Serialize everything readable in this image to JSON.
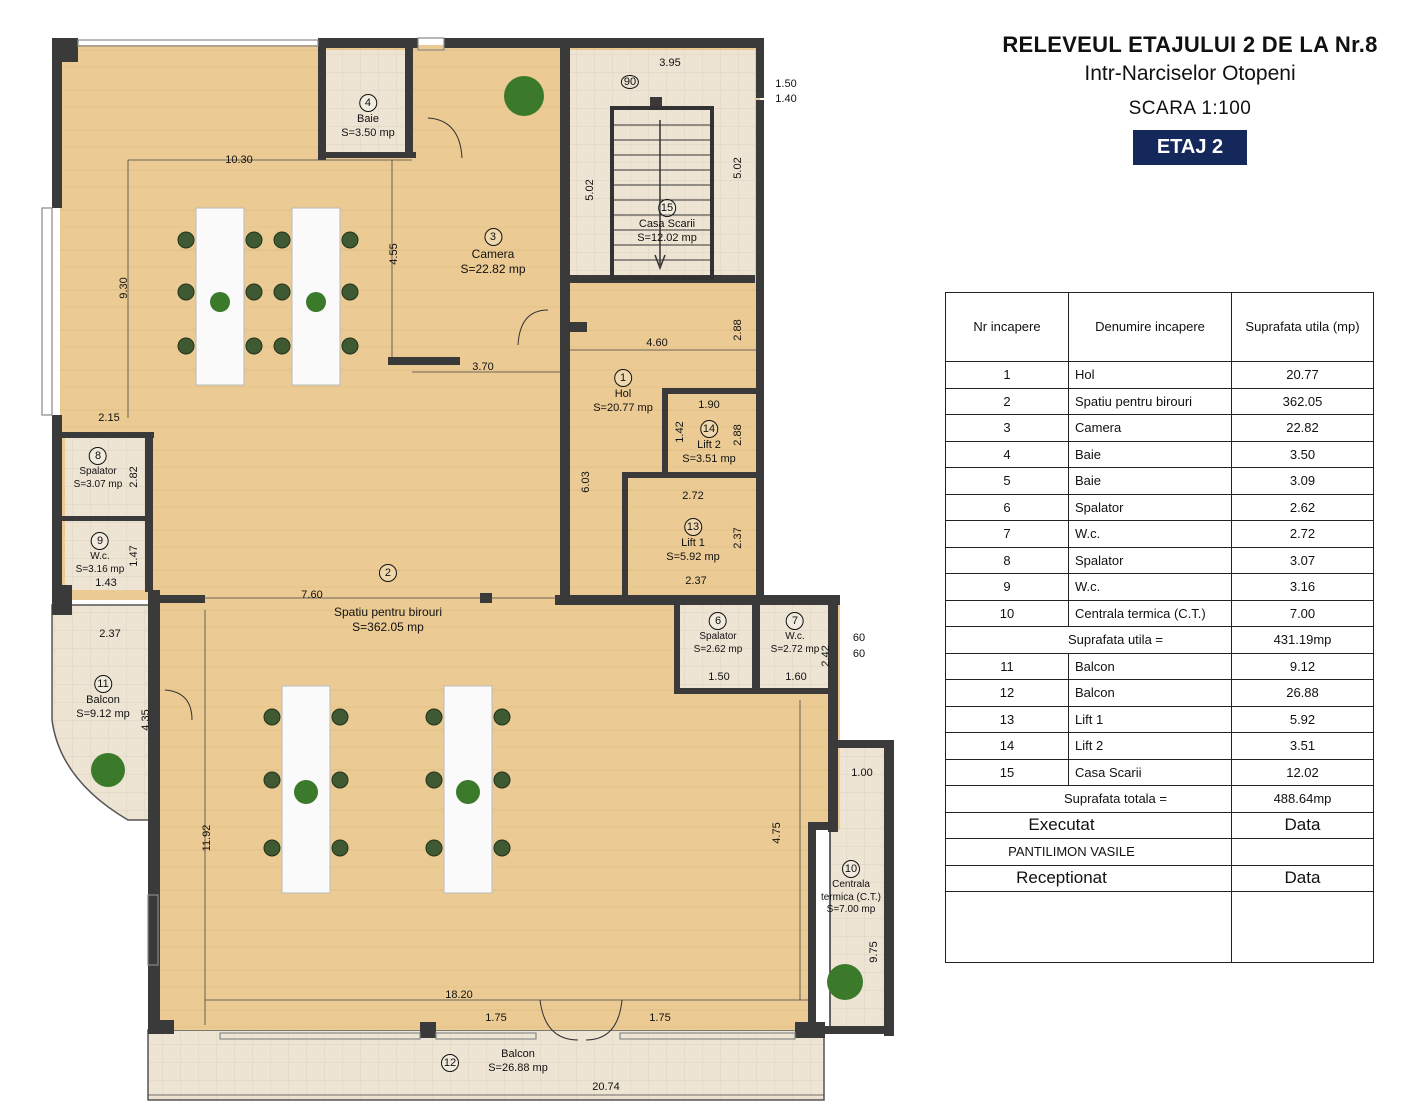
{
  "header": {
    "title": "RELEVEUL ETAJULUI 2 DE LA Nr.8",
    "address": "Intr-Narciselor Otopeni",
    "scale": "SCARA  1:100",
    "floor_badge": "ETAJ 2"
  },
  "table": {
    "headers": [
      "Nr incapere",
      "Denumire incapere",
      "Suprafata utila (mp)"
    ],
    "rows_a": [
      {
        "nr": "1",
        "name": "Hol",
        "area": "20.77"
      },
      {
        "nr": "2",
        "name": "Spatiu pentru birouri",
        "area": "362.05"
      },
      {
        "nr": "3",
        "name": "Camera",
        "area": "22.82"
      },
      {
        "nr": "4",
        "name": "Baie",
        "area": "3.50"
      },
      {
        "nr": "5",
        "name": "Baie",
        "area": "3.09"
      },
      {
        "nr": "6",
        "name": "Spalator",
        "area": "2.62"
      },
      {
        "nr": "7",
        "name": "W.c.",
        "area": "2.72"
      },
      {
        "nr": "8",
        "name": "Spalator",
        "area": "3.07"
      },
      {
        "nr": "9",
        "name": "W.c.",
        "area": "3.16"
      },
      {
        "nr": "10",
        "name": "Centrala termica (C.T.)",
        "area": "7.00"
      }
    ],
    "useful_label": "Suprafata utila =",
    "useful_value": "431.19mp",
    "rows_b": [
      {
        "nr": "11",
        "name": "Balcon",
        "area": "9.12"
      },
      {
        "nr": "12",
        "name": "Balcon",
        "area": "26.88"
      },
      {
        "nr": "13",
        "name": "Lift 1",
        "area": "5.92"
      },
      {
        "nr": "14",
        "name": "Lift 2",
        "area": "3.51"
      },
      {
        "nr": "15",
        "name": "Casa Scarii",
        "area": "12.02"
      }
    ],
    "total_label": "Suprafata totala =",
    "total_value": "488.64mp",
    "executed_label": "Executat",
    "date_label": "Data",
    "executor": "PANTILIMON  VASILE",
    "received_label": "Receptionat",
    "date_label_2": "Data"
  },
  "rooms": [
    {
      "nr": "1",
      "name": "Hol",
      "area": "S=20.77 mp"
    },
    {
      "nr": "2",
      "name": "Spatiu pentru birouri",
      "area": "S=362.05 mp"
    },
    {
      "nr": "3",
      "name": "Camera",
      "area": "S=22.82 mp"
    },
    {
      "nr": "4",
      "name": "Baie",
      "area": "S=3.50 mp"
    },
    {
      "nr": "6",
      "name": "Spalator",
      "area": "S=2.62 mp"
    },
    {
      "nr": "7",
      "name": "W.c.",
      "area": "S=2.72 mp"
    },
    {
      "nr": "8",
      "name": "Spalator",
      "area": "S=3.07 mp"
    },
    {
      "nr": "9",
      "name": "W.c.",
      "area": "S=3.16 mp"
    },
    {
      "nr": "10",
      "name": "Centrala termica (C.T.)",
      "area": "S=7.00 mp"
    },
    {
      "nr": "11",
      "name": "Balcon",
      "area": "S=9.12 mp"
    },
    {
      "nr": "12",
      "name": "Balcon",
      "area": "S=26.88 mp"
    },
    {
      "nr": "13",
      "name": "Lift 1",
      "area": "S=5.92 mp"
    },
    {
      "nr": "14",
      "name": "Lift 2",
      "area": "S=3.51 mp"
    },
    {
      "nr": "15",
      "name": "Casa Scarii",
      "area": "S=12.02 mp"
    }
  ],
  "dimensions": {
    "d_395": "3.95",
    "d_150": "1.50",
    "d_140": "1.40",
    "d_1030": "10.30",
    "d_930": "9.30",
    "d_455": "4.55",
    "d_370": "3.70",
    "d_502a": "5.02",
    "d_502b": "5.02",
    "d_460": "4.60",
    "d_288a": "2.88",
    "d_190": "1.90",
    "d_142": "1.42",
    "d_288b": "2.88",
    "d_603": "6.03",
    "d_272": "2.72",
    "d_237a": "2.37",
    "d_237b": "2.37",
    "d_215": "2.15",
    "d_282": "2.82",
    "d_147": "1.47",
    "d_143": "1.43",
    "d_760": "7.60",
    "d_237c": "2.37",
    "d_435": "4.35",
    "d_150b": "1.50",
    "d_160": "1.60",
    "d_242": "2.42",
    "d_60a": "60",
    "d_60b": "60",
    "d_100": "1.00",
    "d_475": "4.75",
    "d_1192": "11.92",
    "d_975": "9.75",
    "d_1820": "18.20",
    "d_175a": "1.75",
    "d_175b": "1.75",
    "d_2074": "20.74",
    "d_90": "90"
  },
  "colors": {
    "floor": "#e9c98f",
    "wall": "#3a3a3a",
    "balcony": "#e6dccb",
    "badge": "#14285c"
  }
}
